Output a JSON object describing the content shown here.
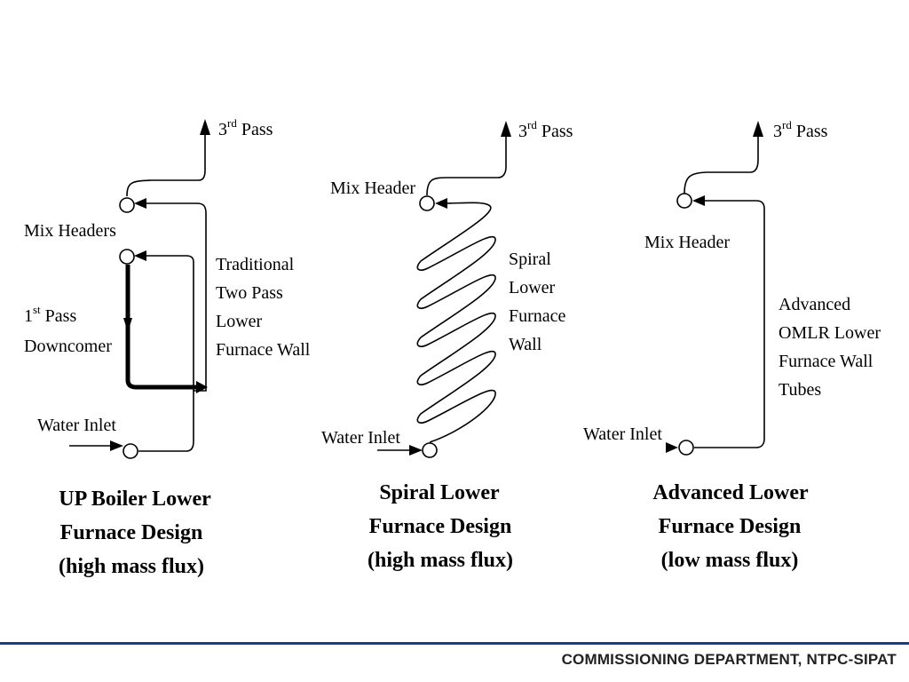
{
  "panels": [
    {
      "pass_label": "3",
      "pass_sup": "rd",
      "pass_suffix": " Pass",
      "header_label": "Mix Headers",
      "pass1_label": "1",
      "pass1_sup": "st",
      "pass1_suffix": " Pass",
      "downcomer_label": "Downcomer",
      "wall_lines": [
        "Traditional",
        "Two Pass",
        "Lower",
        "Furnace Wall"
      ],
      "inlet_label": "Water Inlet",
      "caption_lines": [
        "UP Boiler Lower",
        "Furnace Design",
        "(high mass flux)"
      ]
    },
    {
      "pass_label": "3",
      "pass_sup": "rd",
      "pass_suffix": " Pass",
      "header_label": "Mix Header",
      "wall_lines": [
        "Spiral",
        "Lower",
        "Furnace",
        "Wall"
      ],
      "inlet_label": "Water Inlet",
      "caption_lines": [
        "Spiral Lower",
        "Furnace Design",
        "(high mass flux)"
      ]
    },
    {
      "pass_label": "3",
      "pass_sup": "rd",
      "pass_suffix": " Pass",
      "header_label": "Mix Header",
      "wall_lines": [
        "Advanced",
        "OMLR Lower",
        "Furnace Wall",
        "Tubes"
      ],
      "inlet_label": "Water Inlet",
      "caption_lines": [
        "Advanced Lower",
        "Furnace Design",
        "(low mass flux)"
      ]
    }
  ],
  "footer": {
    "text": "COMMISSIONING DEPARTMENT, NTPC-SIPAT"
  }
}
